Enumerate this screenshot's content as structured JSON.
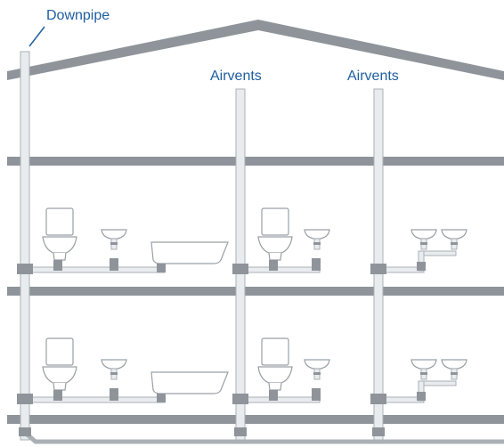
{
  "labels": {
    "downpipe": "Downpipe",
    "airvent_center": "Airvents",
    "airvent_right": "Airvents"
  },
  "colors": {
    "structure": "#8f949a",
    "pipe": "#e9ecef",
    "pipe_outline": "#aab0b6",
    "fixture": "#ffffff",
    "fixture_outline": "#9aa0a6",
    "label": "#1f5fa0"
  },
  "icons": [
    "downpipe-icon",
    "airvent-icon",
    "toilet-icon",
    "washbasin-icon",
    "bathtub-icon"
  ]
}
